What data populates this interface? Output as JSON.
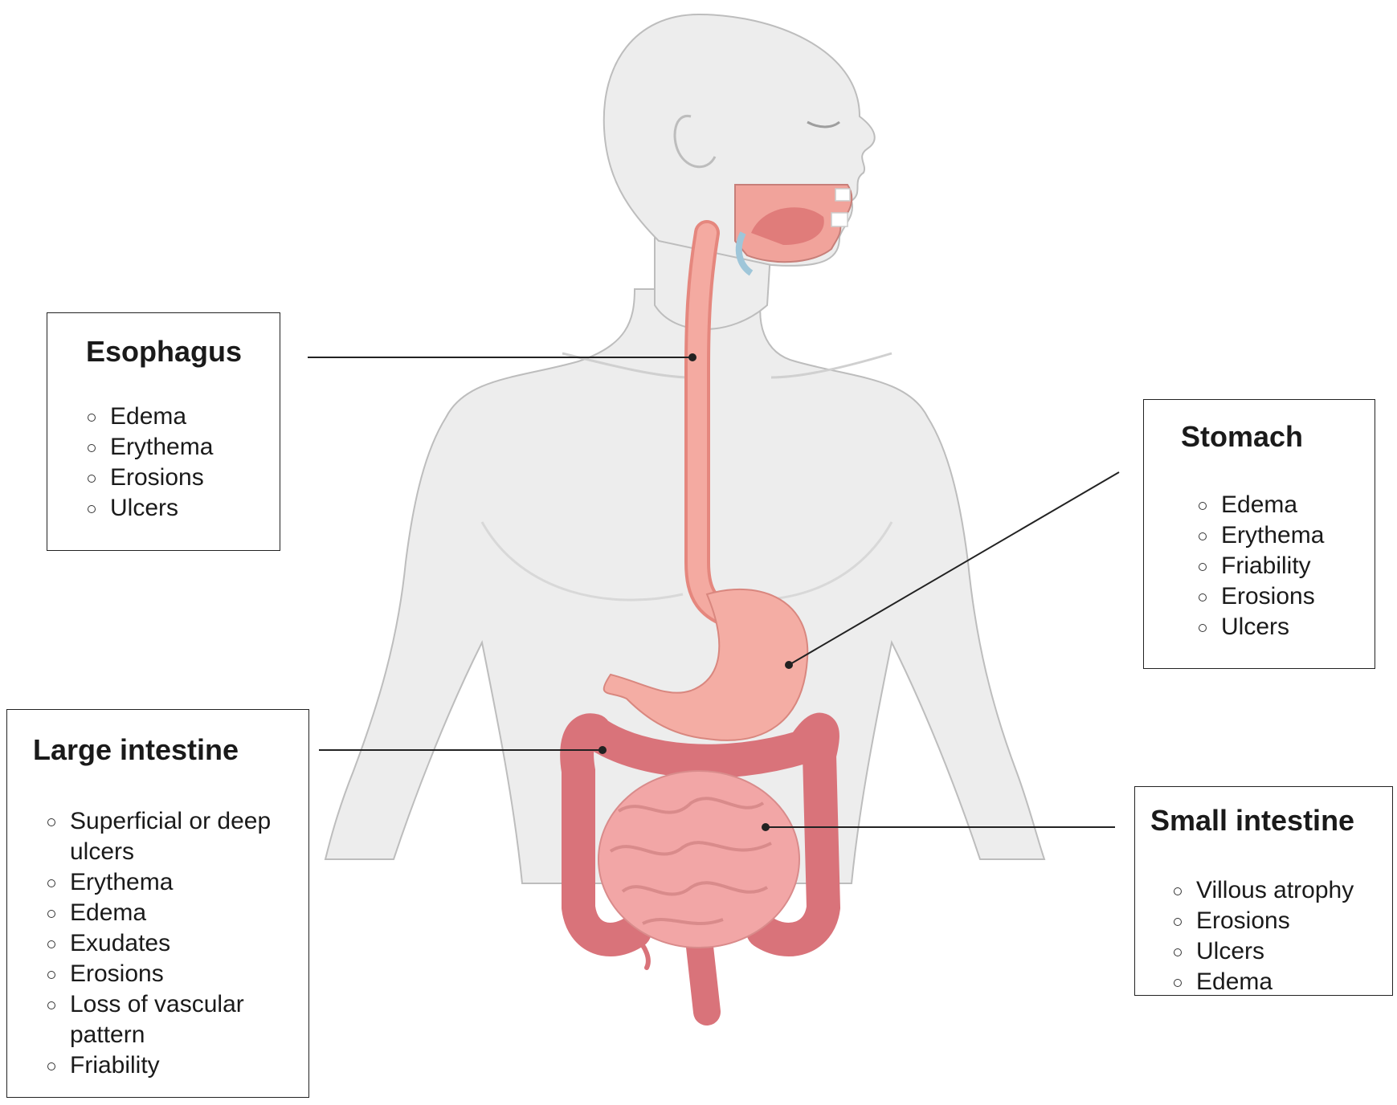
{
  "colors": {
    "body_fill": "#ededed",
    "body_outline": "#bdbdbd",
    "gi_tract": "#f2a79e",
    "stomach": "#f4ada4",
    "large_intestine": "#d9737a",
    "small_intestine": "#f2a6a6",
    "leader_line": "#222222"
  },
  "labels": {
    "esophagus": {
      "title": "Esophagus",
      "items": [
        "Edema",
        "Erythema",
        "Erosions",
        "Ulcers"
      ]
    },
    "stomach": {
      "title": "Stomach",
      "items": [
        "Edema",
        "Erythema",
        "Friability",
        "Erosions",
        "Ulcers"
      ]
    },
    "large_intestine": {
      "title": "Large intestine",
      "items": [
        "Superficial or deep ulcers",
        "Erythema",
        "Edema",
        "Exudates",
        "Erosions",
        "Loss of vascular pattern",
        "Friability"
      ]
    },
    "small_intestine": {
      "title": "Small intestine",
      "items": [
        "Villous atrophy",
        "Erosions",
        "Ulcers",
        "Edema"
      ]
    }
  }
}
